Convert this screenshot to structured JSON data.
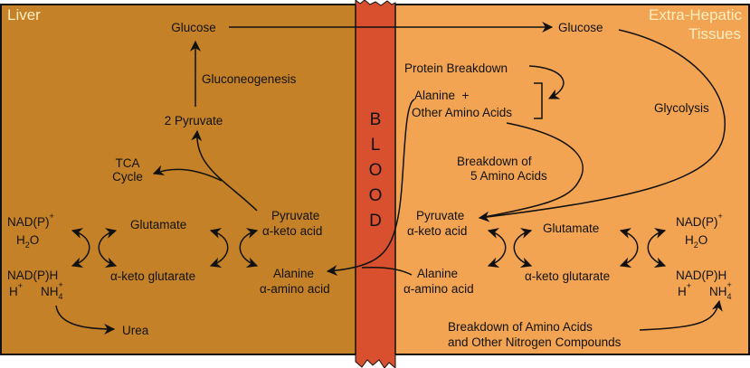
{
  "colors": {
    "liver": "#c48127",
    "blood": "#d9502f",
    "tissue": "#f2a452",
    "line": "#111111",
    "title_text": "#fbeec0"
  },
  "liver": {
    "title": "Liver",
    "glucose": "Glucose",
    "gluconeogenesis": "Gluconeogenesis",
    "pyruvate2": "2 Pyruvate",
    "tca_line1": "TCA",
    "tca_line2": "Cycle",
    "nadp_plus": "NAD(P)",
    "plus_sup": "+",
    "h2o_h": "H",
    "h2o_2": "2",
    "h2o_o": "O",
    "glutamate": "Glutamate",
    "pyruvate": "Pyruvate",
    "keto_acid": "α-keto acid",
    "nadph": "NAD(P)H",
    "h_plus": "H",
    "nh4": "NH",
    "nh4_sub": "4",
    "keto_glutarate": "α-keto glutarate",
    "alanine": "Alanine",
    "amino_acid": "α-amino acid",
    "urea": "Urea"
  },
  "blood": {
    "letters": [
      "B",
      "L",
      "O",
      "O",
      "D"
    ]
  },
  "tissue": {
    "title_line1": "Extra-Hepatic",
    "title_line2": "Tissues",
    "glucose": "Glucose",
    "protein_breakdown": "Protein Breakdown",
    "alanine_plus": "Alanine  +",
    "other_amino": "Other Amino Acids",
    "glycolysis": "Glycolysis",
    "breakdown5_line1": "Breakdown of",
    "breakdown5_line2": "5 Amino Acids",
    "pyruvate": "Pyruvate",
    "keto_acid": "α-keto acid",
    "glutamate": "Glutamate",
    "nadp_plus": "NAD(P)",
    "plus_sup": "+",
    "h2o_h": "H",
    "h2o_2": "2",
    "h2o_o": "O",
    "alanine": "Alanine",
    "amino_acid": "α-amino acid",
    "keto_glutarate": "α-keto glutarate",
    "nadph": "NAD(P)H",
    "h_plus": "H",
    "nh4": "NH",
    "nh4_sub": "4",
    "breakdown_line1": "Breakdown of Amino Acids",
    "breakdown_line2": "and Other Nitrogen Compounds"
  }
}
